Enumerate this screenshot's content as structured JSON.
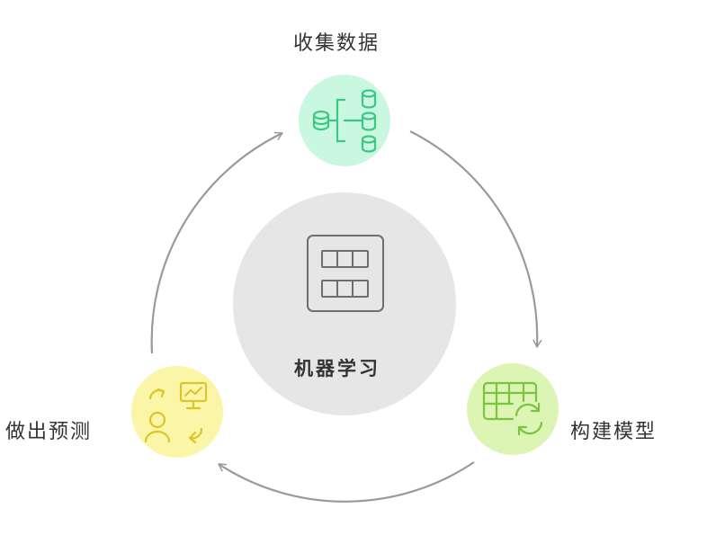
{
  "center": {
    "title": "机器学习",
    "icon": "grid-panel-icon",
    "fill": "#e6e6e6",
    "icon_color": "#6e6e6e"
  },
  "steps": [
    {
      "label": "收集数据",
      "icon": "database-tree-icon",
      "fill": "#c9f7df",
      "icon_color": "#3dc784"
    },
    {
      "label": "构建模型",
      "icon": "table-refresh-icon",
      "fill": "#dcf5b4",
      "icon_color": "#7ec241"
    },
    {
      "label": "做出预测",
      "icon": "presenter-chart-icon",
      "fill": "#fbf5a8",
      "icon_color": "#dcc52a"
    }
  ],
  "arrow_color": "#9a9a9a"
}
